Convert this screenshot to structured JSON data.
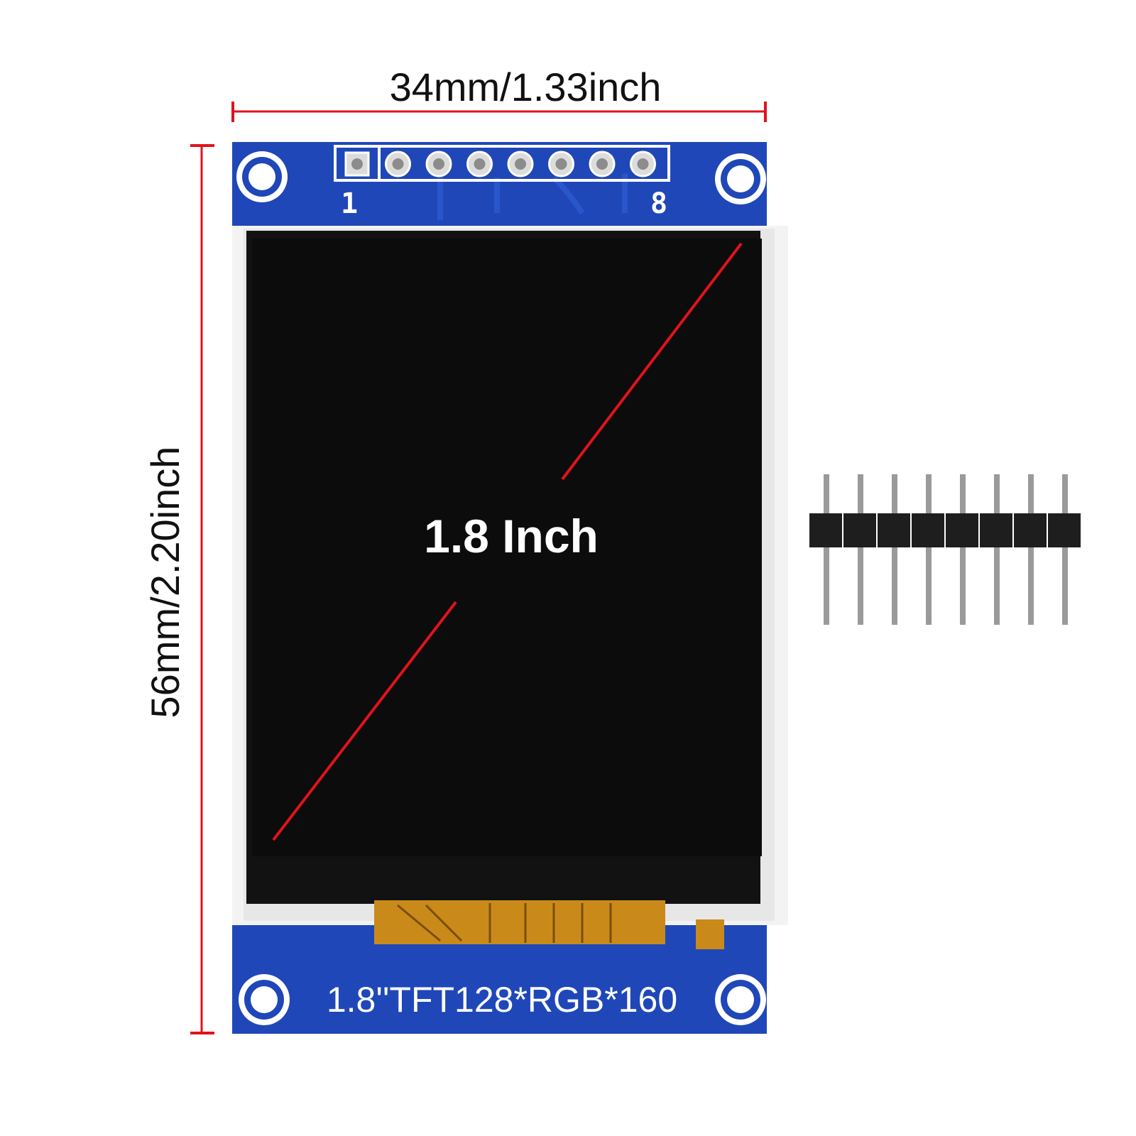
{
  "dimensions": {
    "width_label": "34mm/1.33inch",
    "height_label": "56mm/2.20inch"
  },
  "display": {
    "diagonal_label": "1.8 Inch",
    "silkscreen_label": "1.8''TFT128*RGB*160",
    "pin_first_label": "1",
    "pin_last_label": "8",
    "pin_count": 8
  },
  "header": {
    "pin_count": 8
  },
  "colors": {
    "pcb_blue": "#1f47b8",
    "pcb_blue_dark": "#16378f",
    "dimension_red": "#e0131b",
    "screen_black": "#0c0c0c",
    "frame_white": "#f3f3f3",
    "flex_cable": "#c98a1a",
    "header_plastic": "#1e1e1e",
    "pin_metal": "#9a9a9a"
  }
}
